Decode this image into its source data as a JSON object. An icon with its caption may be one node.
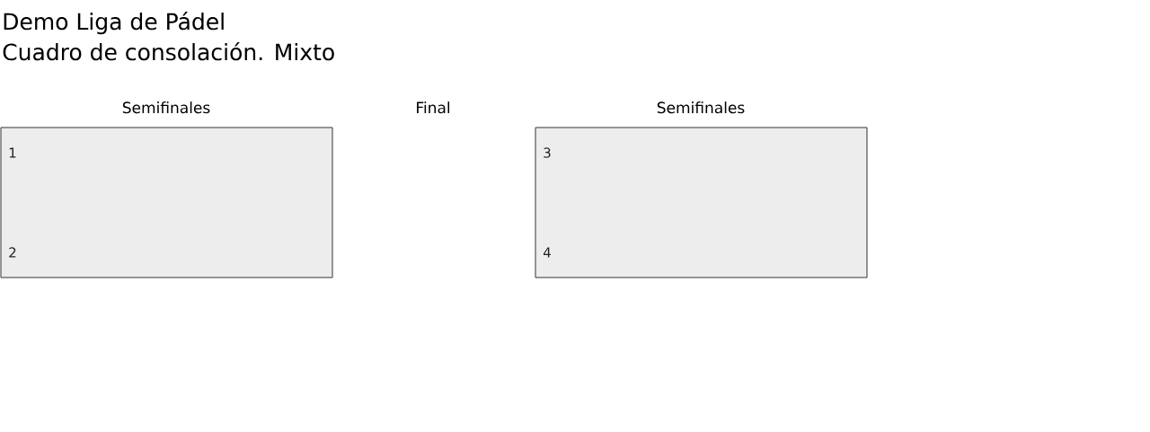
{
  "diagram": {
    "title": "Demo Liga de Pádel",
    "nodes": [
      {
        "text": [
          "1",
          "2"
        ]
      },
      {
        "text": [
          "3",
          "4"
        ]
      }
    ],
    "labels": [
      "Cuadro de consolación. Mixto",
      "Semifinales",
      "Final",
      "Semifinales"
    ]
  }
}
